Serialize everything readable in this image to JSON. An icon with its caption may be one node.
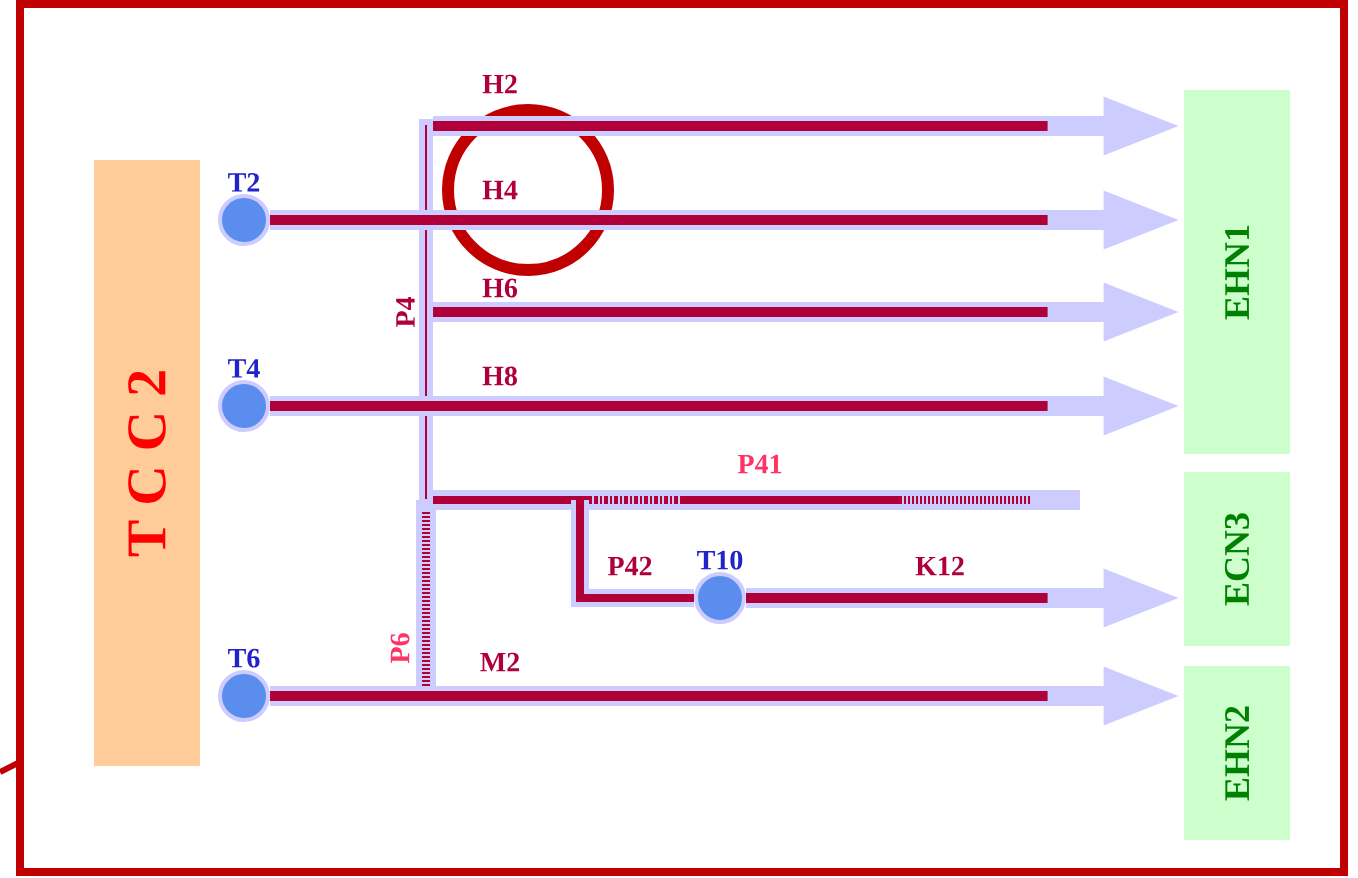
{
  "diagram": {
    "nodes": [
      {
        "text": [
          "T C C 2"
        ]
      },
      {
        "text": [
          "EHN1"
        ]
      },
      {
        "text": [
          "ECN3"
        ]
      },
      {
        "text": [
          "EHN2"
        ]
      },
      {
        "text": [
          "T2"
        ]
      },
      {
        "text": [
          "T4"
        ]
      },
      {
        "text": [
          "T6"
        ]
      },
      {
        "text": [
          "T10"
        ]
      },
      {
        "text": [
          "P4"
        ]
      }
    ],
    "edges": [
      {
        "from": 8,
        "to": 1,
        "arrow": "to",
        "label": "H2"
      },
      {
        "from": 4,
        "to": 1,
        "arrow": "to",
        "label": "H4"
      },
      {
        "from": 8,
        "to": 1,
        "arrow": "to",
        "label": "H6"
      },
      {
        "from": 5,
        "to": 1,
        "arrow": "to",
        "label": "H8"
      },
      {
        "from": null,
        "to": 7,
        "arrow": "none",
        "label": "P42"
      },
      {
        "from": 7,
        "to": 2,
        "arrow": "to",
        "label": "K12"
      },
      {
        "from": 6,
        "to": 3,
        "arrow": "to",
        "label": "M2"
      }
    ],
    "labels": [
      "P41",
      "P6"
    ]
  }
}
